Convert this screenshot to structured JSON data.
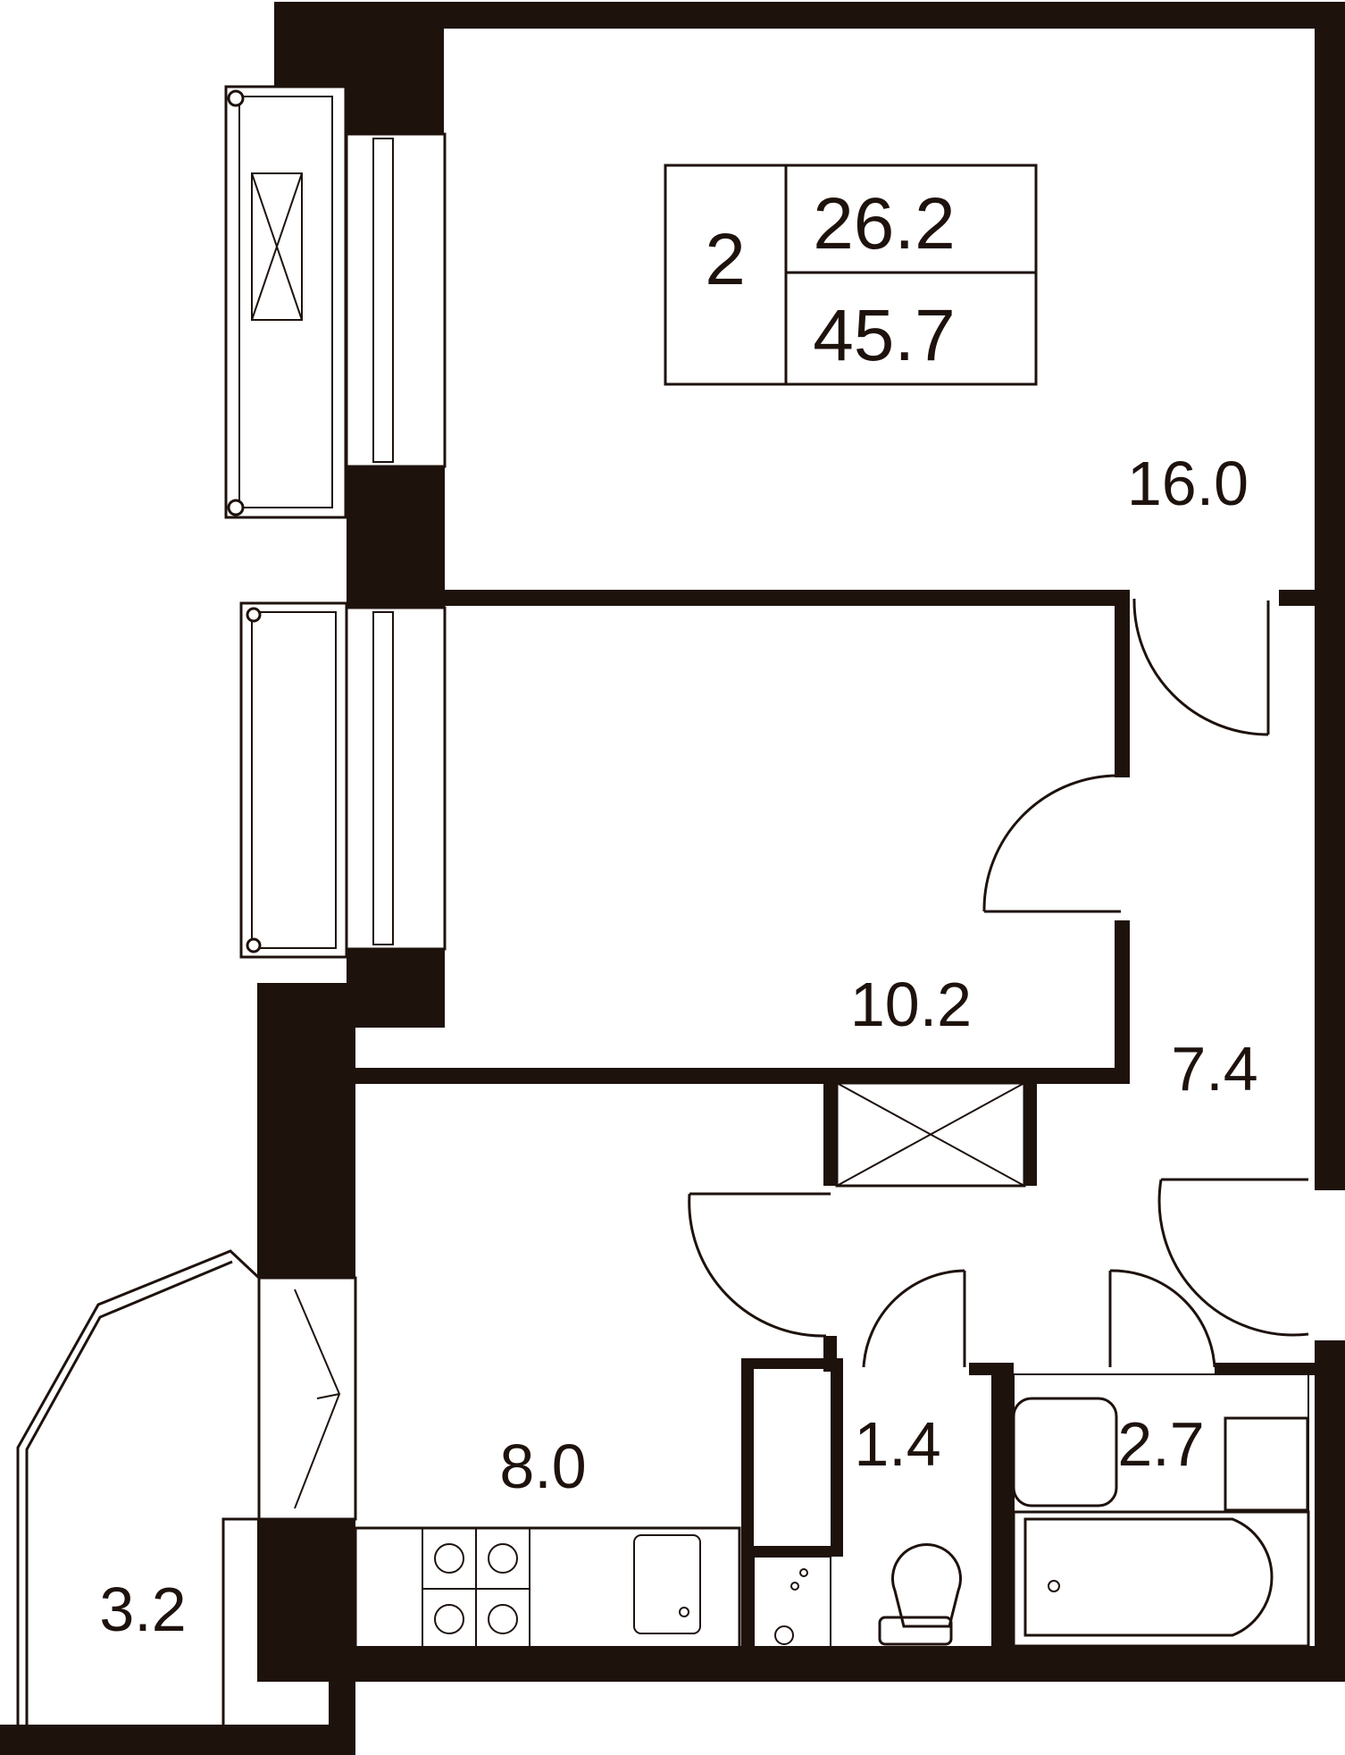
{
  "apartment": {
    "rooms": "2",
    "living_area": "26.2",
    "total_area": "45.7"
  },
  "rooms": {
    "bedroom_large": "16.0",
    "bedroom_small": "10.2",
    "hallway": "7.4",
    "kitchen": "8.0",
    "toilet": "1.4",
    "bathroom": "2.7",
    "loggia": "3.2"
  },
  "colors": {
    "walls": "#1e120d",
    "background": "#ffffff"
  }
}
